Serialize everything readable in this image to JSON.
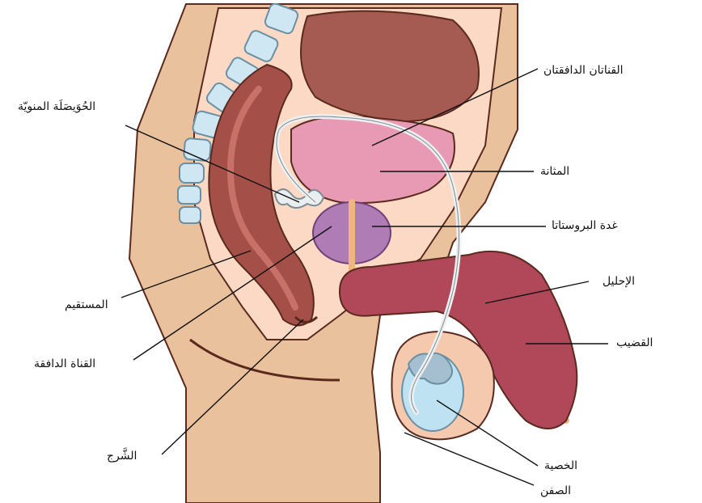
{
  "labels": {
    "vas_deferens_pair": "القناتان الدافقتان",
    "seminal_vesicle": "الحُوَيصَلَة المنويّة",
    "bladder": "المثانة",
    "prostate": "غدة البروستاتا",
    "urethra": "الإحليل",
    "rectum": "المستقيم",
    "penis": "القضيب",
    "ejaculatory_duct": "القناة الدافقة",
    "anus": "الشَّرج",
    "testicle": "الخصية",
    "scrotum": "الصفن"
  },
  "colors": {
    "skin_tan": "#e9c19c",
    "skin_light": "#fbd9c4",
    "outline": "#5a2a1e",
    "spine": "#cfe6f3",
    "bladder": "#e89ab4",
    "prostate": "#b07cb6",
    "rectum": "#a45049",
    "penis": "#b0485a",
    "vas": "#eef0f0",
    "urethra": "#efb77c",
    "testicle": "#bfe2f2"
  }
}
